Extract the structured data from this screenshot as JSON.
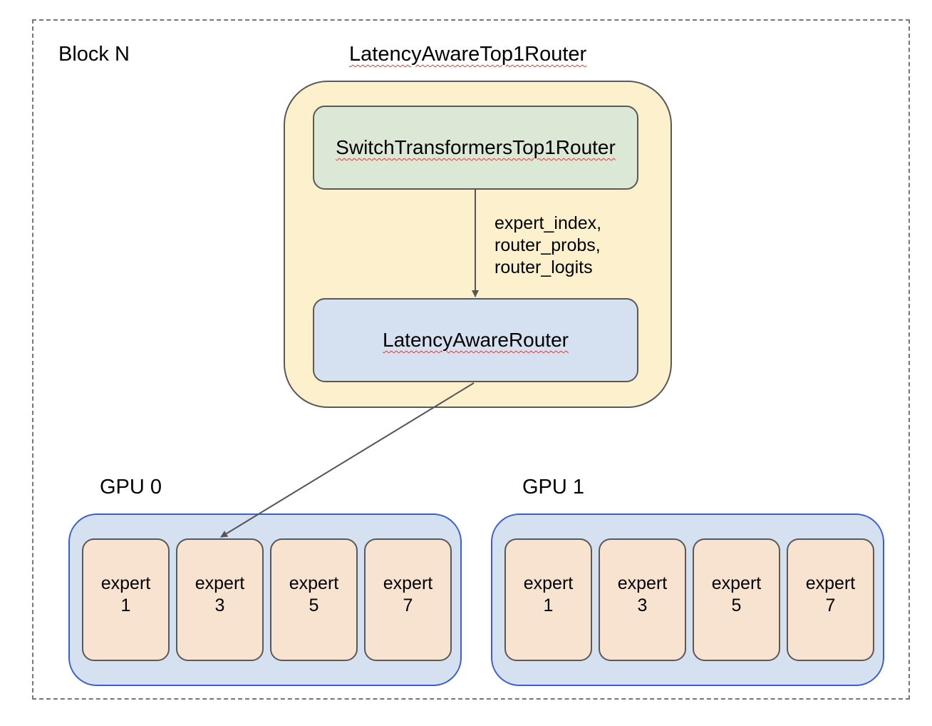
{
  "block": {
    "label": "Block N"
  },
  "router": {
    "title": "LatencyAwareTop1Router",
    "switch_label": "SwitchTransformersTop1Router",
    "aware_label": "LatencyAwareRouter",
    "edge_lines": [
      "expert_index,",
      "router_probs,",
      "router_logits"
    ]
  },
  "gpus": [
    {
      "label": "GPU 0",
      "experts": [
        {
          "word": "expert",
          "num": "1"
        },
        {
          "word": "expert",
          "num": "3"
        },
        {
          "word": "expert",
          "num": "5"
        },
        {
          "word": "expert",
          "num": "7"
        }
      ]
    },
    {
      "label": "GPU 1",
      "experts": [
        {
          "word": "expert",
          "num": "1"
        },
        {
          "word": "expert",
          "num": "3"
        },
        {
          "word": "expert",
          "num": "5"
        },
        {
          "word": "expert",
          "num": "7"
        }
      ]
    }
  ],
  "colors": {
    "router_fill": "#fcf0cd",
    "switch_fill": "#dbe8d6",
    "aware_fill": "#d5e1f1",
    "gpu_fill": "#d5e1f1",
    "gpu_border": "#3a5fd4",
    "expert_fill": "#f8e3d0",
    "spellcheck_underline": "#e53935"
  }
}
